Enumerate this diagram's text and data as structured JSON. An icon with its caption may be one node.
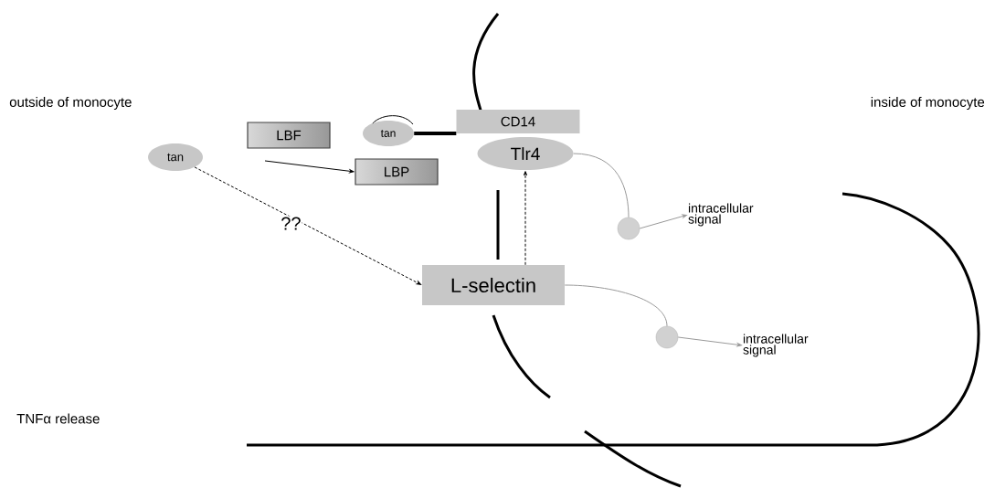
{
  "diagram": {
    "nodes": [
      {
        "text": [
          "tan"
        ]
      },
      {
        "text": [
          "LBF"
        ]
      },
      {
        "text": [
          "tan"
        ]
      },
      {
        "text": [
          "LBP"
        ]
      },
      {
        "text": [
          "CD14"
        ]
      },
      {
        "text": [
          "Tlr4"
        ]
      },
      {
        "text": [
          "L-selectin"
        ]
      },
      {
        "text": [],
        "shape": "circle"
      },
      {
        "text": [
          "intracellular signal"
        ]
      },
      {
        "text": [],
        "shape": "circle"
      },
      {
        "text": [
          "intracellular signal"
        ]
      }
    ],
    "edges": [
      {
        "from": null,
        "to": 3,
        "arrow": "to",
        "color": "#000000"
      },
      {
        "from": 0,
        "to": 6,
        "arrow": "to",
        "style": "dashed",
        "label": "??",
        "color": "#000000"
      },
      {
        "from": 2,
        "to": 4,
        "arrow": "none",
        "style": "thick",
        "color": "#000000"
      },
      {
        "from": 6,
        "to": 5,
        "arrow": "to",
        "style": "dashed",
        "color": "#000000"
      },
      {
        "from": 5,
        "to": 7,
        "arrow": "none",
        "color": "#999999"
      },
      {
        "from": 7,
        "to": 8,
        "arrow": "to",
        "color": "#999999"
      },
      {
        "from": 6,
        "to": 9,
        "arrow": "none",
        "color": "#999999"
      },
      {
        "from": 9,
        "to": 10,
        "arrow": "to",
        "color": "#999999"
      }
    ],
    "labels": [
      "outside of monocyte",
      "inside of monocyte",
      "TNFα release"
    ]
  }
}
